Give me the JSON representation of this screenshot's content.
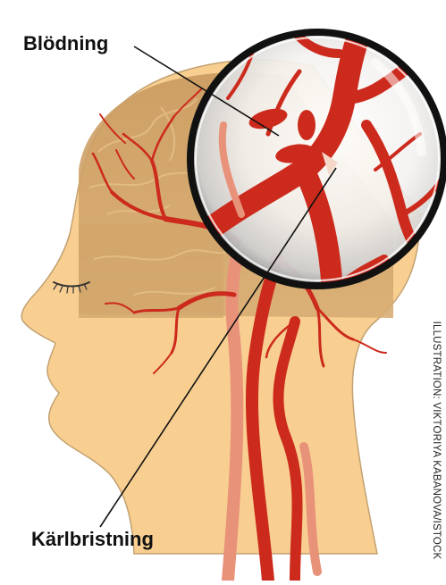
{
  "labels": {
    "bleeding": "Blödning",
    "vessel_rupture": "Kärlbristning"
  },
  "credit": "ILLUSTRATION: VIKTORIYA KABANOVA/ISTOCK",
  "colors": {
    "skin": "#f8cf91",
    "skin_outline": "#b89a6a",
    "brain": "#d4a76e",
    "brain_shadow": "#b98e56",
    "artery": "#cc2a1c",
    "artery_dark": "#9e1b10",
    "artery_light": "#e8907a",
    "lens_rim": "#111111"
  }
}
